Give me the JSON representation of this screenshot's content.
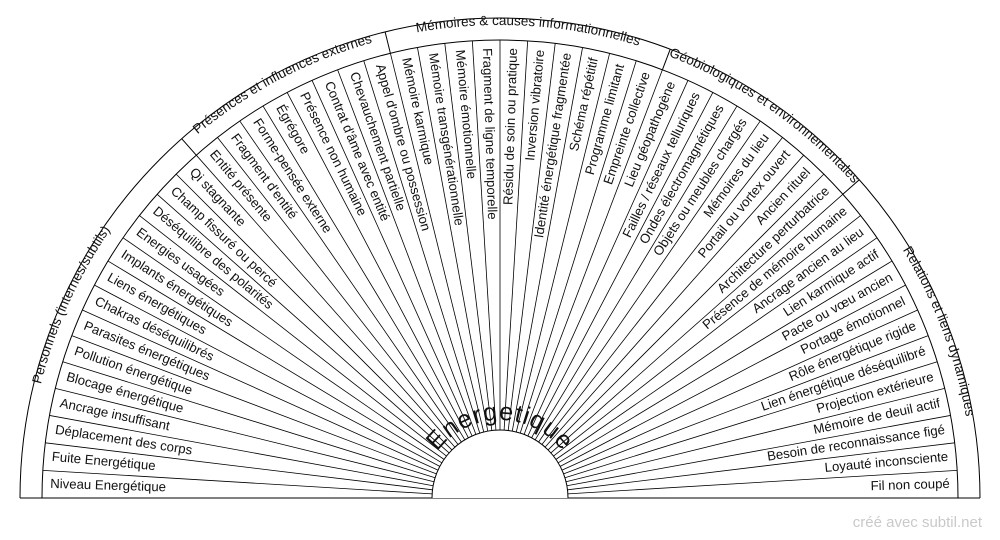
{
  "chart_data": {
    "type": "pendulum_chart",
    "title": "Energetique",
    "colors": {
      "stroke": "#000000",
      "text": "#111111",
      "footer": "#c9c9c9"
    },
    "groups": [
      {
        "name": "Personnels (internes/subtils)",
        "items": [
          "Niveau Energétique",
          "Fuite Energétique",
          "Déplacement des corps",
          "Ancrage insuffisant",
          "Blocage énergétique",
          "Pollution énergétique",
          "Parasites énergétiques",
          "Chakras déséquilibrés",
          "Liens énergétiques",
          "Implants énergétiques",
          "Energies usagées",
          "Déséquilibre des polarités",
          "Champ fissuré ou percé",
          "Qi stagnante"
        ]
      },
      {
        "name": "Présences et influences externes",
        "items": [
          "Entité présente",
          "Fragment d'entité",
          "Forme-pensée externe",
          "Égrégore",
          "Présence non humaine",
          "Contrat d'âme avec entité",
          "Chevauchement partielle",
          "Appel d'ombre ou possession"
        ]
      },
      {
        "name": "Mémoires & causes informationnelles",
        "items": [
          "Mémoire karmique",
          "Mémoire transgénérationnelle",
          "Mémoire émotionnelle",
          "Fragment de ligne temporelle",
          "Résidu de soin ou pratique",
          "Inversion vibratoire",
          "Identité énergétique fragmentée",
          "Schéma répétitif",
          "Programme limitant",
          "Empreinte collective"
        ]
      },
      {
        "name": "Géobiologiques et environnementales",
        "items": [
          "Lieu géopathogène",
          "Failles / réseaux telluriques",
          "Ondes électromagnétiques",
          "Objets ou meubles chargés",
          "Mémoires du lieu",
          "Portail ou vortex ouvert",
          "Ancien rituel",
          "Architecture perturbatrice"
        ]
      },
      {
        "name": "Relations et liens dynamiques",
        "items": [
          "Présence de mémoire humaine",
          "Ancrage ancien au lieu",
          "Lien karmique actif",
          "Pacte ou vœu ancien",
          "Portage émotionnel",
          "Rôle énergétique rigide",
          "Lien énergétique déséquilibré",
          "Projection extérieure",
          "Mémoire de deuil actif",
          "Besoin de reconnaissance figé",
          "Loyauté inconsciente",
          "Fil non coupé"
        ]
      }
    ]
  },
  "footer": {
    "credit": "créé avec subtil.net"
  }
}
